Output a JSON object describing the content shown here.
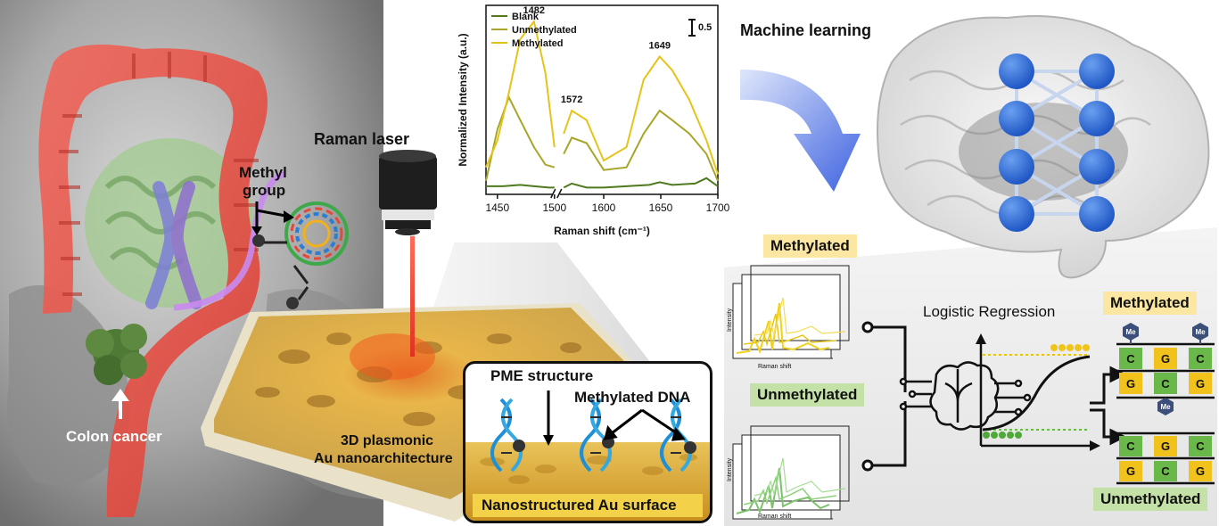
{
  "labels": {
    "colon_cancer": "Colon cancer",
    "methyl_group_line1": "Methyl",
    "methyl_group_line2": "group",
    "raman_laser": "Raman laser",
    "plasmonic_line1": "3D plasmonic",
    "plasmonic_line2": "Au nanoarchitecture",
    "pme_structure": "PME structure",
    "methylated_dna": "Methylated DNA",
    "au_surface": "Nanostructured Au surface",
    "machine_learning": "Machine learning",
    "logistic_regression": "Logistic Regression",
    "methylated_tag_left": "Methylated",
    "unmethylated_tag_left": "Unmethylated",
    "methylated_tag_right": "Methylated",
    "unmethylated_tag_right": "Unmethylated",
    "mini_ylabel": "Intensity",
    "mini_xlabel": "Raman shift",
    "me_badge": "Me"
  },
  "strands": {
    "top_row": [
      "C",
      "G",
      "C"
    ],
    "bottom_row": [
      "G",
      "C",
      "G"
    ]
  },
  "colors": {
    "blank": "#4f7a1f",
    "unmethylated": "#a8a62a",
    "methylated": "#e6c31a",
    "green_spectrum": "#7bc26b",
    "yellow_spectrum": "#f0d21e",
    "neuron": "#2f6fd6",
    "arrow": "#4a6fe0",
    "base_green": "#6bb84a",
    "base_yellow": "#f2c21c",
    "me_badge": "#3b4f7a"
  },
  "chart_data": {
    "type": "line",
    "xlabel": "Raman shift (cm⁻¹)",
    "ylabel": "Normalized Intensity (a.u.)",
    "xlim": [
      1440,
      1700
    ],
    "axis_break": [
      1500,
      1560
    ],
    "x_ticks": [
      1450,
      1500,
      1600,
      1650,
      1700
    ],
    "scale_bar": "0.5",
    "legend": [
      "Blank",
      "Unmethylated",
      "Methylated"
    ],
    "legend_position": "top-left",
    "peaks": [
      {
        "x": 1482,
        "label": "1482"
      },
      {
        "x": 1572,
        "label": "1572"
      },
      {
        "x": 1649,
        "label": "1649"
      }
    ],
    "series": [
      {
        "name": "Blank",
        "color": "#4f7a1f",
        "x": [
          1440,
          1455,
          1470,
          1482,
          1495,
          1500,
          1565,
          1572,
          1585,
          1600,
          1620,
          1640,
          1649,
          1660,
          1680,
          1690,
          1700
        ],
        "y": [
          0.06,
          0.06,
          0.07,
          0.06,
          0.05,
          0.05,
          0.05,
          0.08,
          0.05,
          0.05,
          0.06,
          0.07,
          0.09,
          0.07,
          0.08,
          0.12,
          0.06
        ]
      },
      {
        "name": "Unmethylated",
        "color": "#a8a62a",
        "x": [
          1440,
          1450,
          1460,
          1470,
          1482,
          1492,
          1500,
          1565,
          1572,
          1585,
          1600,
          1620,
          1635,
          1649,
          1660,
          1675,
          1690,
          1700
        ],
        "y": [
          0.1,
          0.48,
          0.72,
          0.55,
          0.35,
          0.22,
          0.2,
          0.3,
          0.42,
          0.38,
          0.18,
          0.2,
          0.45,
          0.62,
          0.55,
          0.45,
          0.3,
          0.1
        ]
      },
      {
        "name": "Methylated",
        "color": "#e6c31a",
        "x": [
          1440,
          1450,
          1460,
          1470,
          1482,
          1492,
          1500,
          1565,
          1572,
          1585,
          1600,
          1620,
          1635,
          1649,
          1660,
          1675,
          1690,
          1700
        ],
        "y": [
          0.2,
          0.4,
          0.75,
          1.15,
          1.28,
          0.9,
          0.35,
          0.45,
          0.62,
          0.55,
          0.25,
          0.35,
          0.85,
          1.02,
          0.92,
          0.7,
          0.4,
          0.15
        ]
      }
    ]
  }
}
